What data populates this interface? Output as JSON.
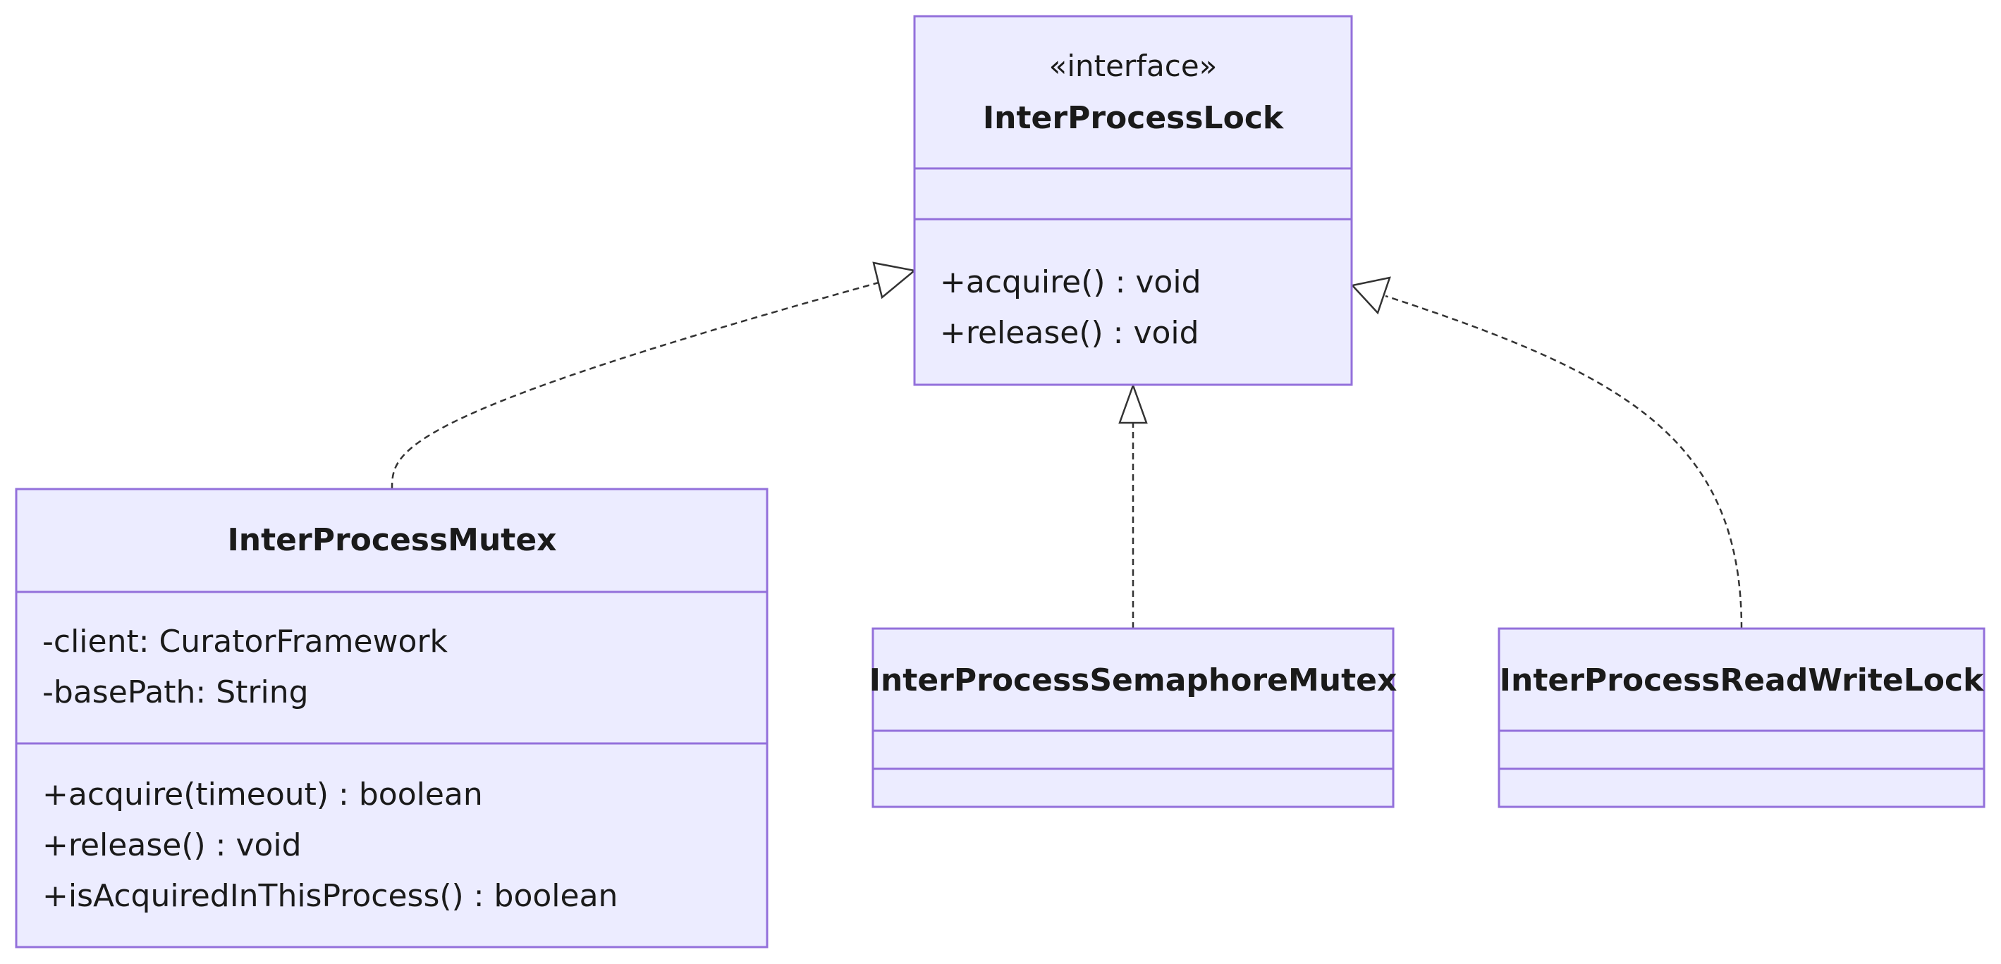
{
  "diagram": {
    "type": "uml-class-diagram",
    "colors": {
      "box_fill": "#ececff",
      "box_stroke": "#9370db",
      "edge": "#333333",
      "text": "#1a1a1a"
    },
    "classes": {
      "lock": {
        "stereotype": "«interface»",
        "name": "InterProcessLock",
        "attributes": [],
        "methods": [
          "+acquire() : void",
          "+release() : void"
        ]
      },
      "mutex": {
        "name": "InterProcessMutex",
        "attributes": [
          "-client: CuratorFramework",
          "-basePath: String"
        ],
        "methods": [
          "+acquire(timeout) : boolean",
          "+release() : void",
          "+isAcquiredInThisProcess() : boolean"
        ]
      },
      "semaphore": {
        "name": "InterProcessSemaphoreMutex",
        "attributes": [],
        "methods": []
      },
      "readwrite": {
        "name": "InterProcessReadWriteLock",
        "attributes": [],
        "methods": []
      }
    },
    "relations": [
      {
        "from": "InterProcessMutex",
        "to": "InterProcessLock",
        "kind": "realization"
      },
      {
        "from": "InterProcessSemaphoreMutex",
        "to": "InterProcessLock",
        "kind": "realization"
      },
      {
        "from": "InterProcessReadWriteLock",
        "to": "InterProcessLock",
        "kind": "realization"
      }
    ]
  }
}
